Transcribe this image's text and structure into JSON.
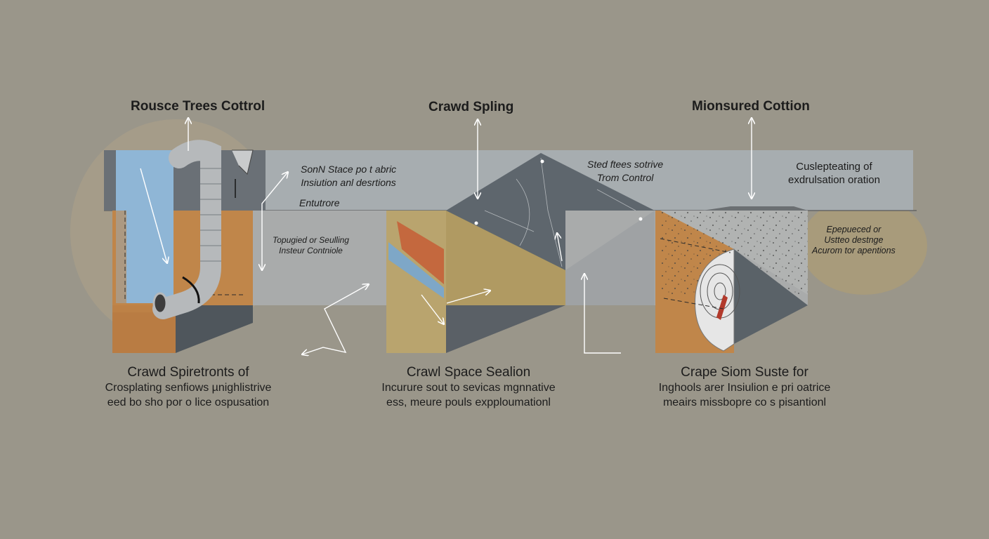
{
  "panels": {
    "left": {
      "title": "Rousce Trees Cottrol",
      "side_note": [
        "Topugied or Seulling",
        "Insteur Contniole"
      ],
      "caption_title": "Crawd Spiretronts of",
      "caption_body": [
        "Crosplating senfiows µnighlistrive",
        "eed bo sho por o lice ospusation"
      ]
    },
    "middle": {
      "title": "Crawd Spling",
      "note_top": [
        "SonN Stace po t abric",
        "Insiution anl desrtions"
      ],
      "note_entry": "Entutrore",
      "note_right": [
        "Sted ftees sotrive",
        "Trom Control"
      ],
      "caption_title": "Crawl Space Sealion",
      "caption_body": [
        "Incurure sout to sevicas mgnnative",
        "ess, meure pouls expploumationl"
      ]
    },
    "right": {
      "title": "Mionsured Cottion",
      "note_top": [
        "Cuslepteating of",
        "exdrulsation oration"
      ],
      "note_side": [
        "Epepueced or",
        "Ustteo destnge",
        "Acurom tor apentions"
      ],
      "caption_title": "Crape Siom Suste for",
      "caption_body": [
        "Inghools arer Insiulion e pri oatrice",
        "meairs missbopre co s pisantionl"
      ]
    }
  },
  "colors": {
    "background": "#9a968a",
    "soil": "#c0864a",
    "water": "#8fb6d6",
    "slate": "#5e666d",
    "concrete": "#a9abab",
    "sand": "#b9a46e",
    "band": "#a7adb0"
  }
}
